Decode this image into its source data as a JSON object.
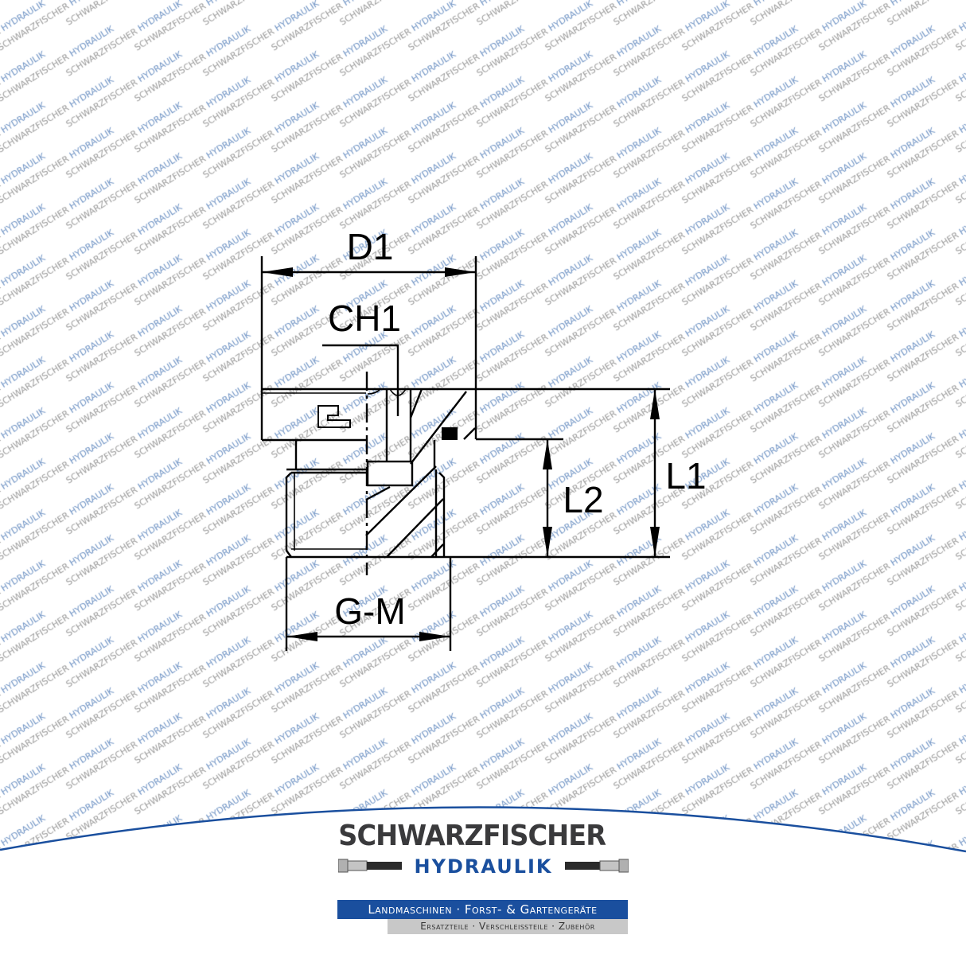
{
  "watermark": {
    "text_part1": "Schwarzfischer",
    "text_part2": "Hydraulik",
    "colors": {
      "gray": "#9a9a9a",
      "blue": "#6f93c4"
    }
  },
  "drawing": {
    "labels": {
      "d1": "D1",
      "ch1": "CH1",
      "l1": "L1",
      "l2": "L2",
      "gm": "G-M"
    },
    "colors": {
      "line": "#000000"
    }
  },
  "logo": {
    "name": "SCHWARZFISCHER",
    "subname": "HYDRAULIK",
    "tagline": "Landmaschinen · Forst- & Gartengeräte",
    "subtagline": "Ersatzteile · Verschleißteile · Zubehör",
    "colors": {
      "brand_blue": "#1a4f9e",
      "dark_gray": "#3a3a3c",
      "banner_gray": "#c8c8c8",
      "curve": "#1a4f9e"
    }
  }
}
